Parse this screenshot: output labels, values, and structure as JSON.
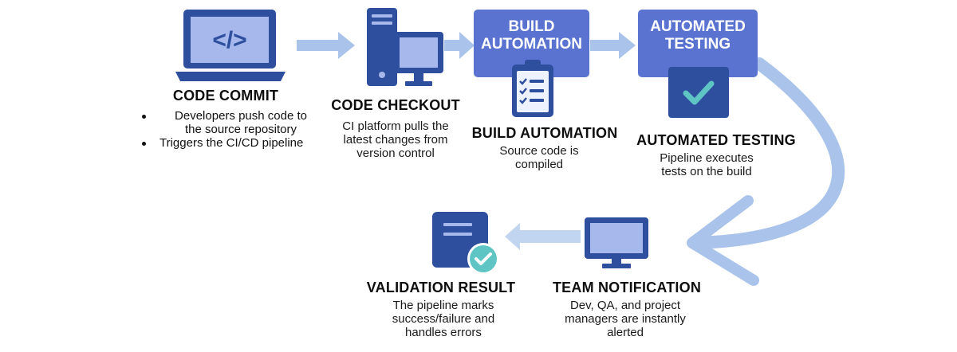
{
  "colors": {
    "dark_blue": "#2d4f9e",
    "mid_blue": "#5a73d0",
    "light_blue": "#a9c3ea",
    "screen_blue": "#a6b8ec",
    "teal": "#5fc4c4"
  },
  "steps": {
    "code_commit": {
      "title": "CODE COMMIT",
      "icon": "laptop-code-icon",
      "icon_text": "</>",
      "bullets": [
        {
          "line1": "Developers push code to",
          "line2": "the source repository"
        },
        {
          "line1": "Triggers the CI/CD pipeline",
          "line2": ""
        }
      ]
    },
    "code_checkout": {
      "title": "CODE CHECKOUT",
      "icon": "server-monitor-icon",
      "desc": [
        "CI platform pulls the",
        "latest changes from",
        "version control"
      ]
    },
    "build_automation": {
      "banner": [
        "BUILD",
        "AUTOMATION"
      ],
      "icon": "clipboard-checklist-icon",
      "title": "BUILD AUTOMATION",
      "desc": [
        "Source code is",
        "compiled"
      ]
    },
    "automated_testing": {
      "banner": [
        "AUTOMATED",
        "TESTING"
      ],
      "icon": "checkmark-icon",
      "title": "AUTOMATED TESTING",
      "desc": [
        "Pipeline executes",
        "tests on the build"
      ]
    },
    "team_notification": {
      "title": "TEAM NOTIFICATION",
      "icon": "monitor-icon",
      "desc": [
        "Dev, QA, and project",
        "managers are instantly",
        "alerted"
      ]
    },
    "validation_result": {
      "title": "VALIDATION RESULT",
      "icon": "document-check-icon",
      "desc": [
        "The pipeline marks",
        "success/failure and",
        "handles errors"
      ]
    }
  }
}
